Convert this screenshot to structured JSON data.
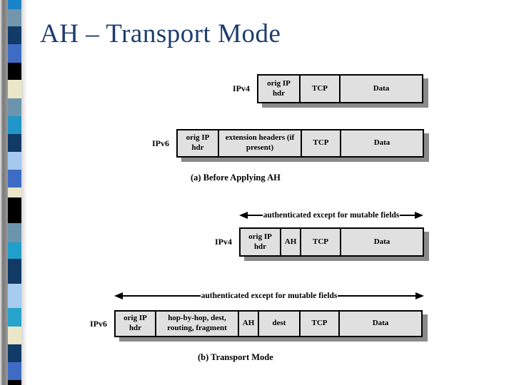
{
  "title": "AH – Transport Mode",
  "diagram_a": {
    "caption": "(a) Before Applying AH",
    "rows": [
      {
        "label": "IPv4",
        "boxes": [
          "orig IP hdr",
          "TCP",
          "Data"
        ]
      },
      {
        "label": "IPv6",
        "boxes": [
          "orig IP hdr",
          "extension headers (if present)",
          "TCP",
          "Data"
        ]
      }
    ]
  },
  "diagram_b": {
    "caption": "(b) Transport Mode",
    "arrows": [
      {
        "label": "authenticated except for mutable fields"
      },
      {
        "label": "authenticated except for mutable fields"
      }
    ],
    "rows": [
      {
        "label": "IPv4",
        "boxes": [
          "orig IP hdr",
          "AH",
          "TCP",
          "Data"
        ]
      },
      {
        "label": "IPv6",
        "boxes": [
          "orig IP hdr",
          "hop-by-hop, dest, routing, fragment",
          "AH",
          "dest",
          "TCP",
          "Data"
        ]
      }
    ]
  },
  "colors": {
    "title": "#1d3d6e",
    "box_fill": "#e0e0e0",
    "box_border": "#000000",
    "box_shadow": "#8a8a8a"
  },
  "strip": {
    "segments": [
      {
        "c": "#1a84c8",
        "h": 13
      },
      {
        "c": "#7396ad",
        "h": 24
      },
      {
        "c": "#123b69",
        "h": 25
      },
      {
        "c": "#3e6cc4",
        "h": 26
      },
      {
        "c": "#000000",
        "h": 24
      },
      {
        "c": "#eae6c8",
        "h": 26
      },
      {
        "c": "#6d94ad",
        "h": 25
      },
      {
        "c": "#2196c8",
        "h": 25
      },
      {
        "c": "#123a66",
        "h": 25
      },
      {
        "c": "#a6c8ee",
        "h": 25
      },
      {
        "c": "#3e6cc4",
        "h": 25
      },
      {
        "c": "#eae6c8",
        "h": 14
      },
      {
        "c": "#000000",
        "h": 36
      },
      {
        "c": "#6d94ad",
        "h": 27
      },
      {
        "c": "#1f9fca",
        "h": 23
      },
      {
        "c": "#123a66",
        "h": 35
      },
      {
        "c": "#a8cbf0",
        "h": 34
      },
      {
        "c": "#28a3cc",
        "h": 26
      },
      {
        "c": "#eae6c8",
        "h": 25
      },
      {
        "c": "#123a66",
        "h": 25
      },
      {
        "c": "#3e6cc4",
        "h": 25
      },
      {
        "c": "#000000",
        "h": 7
      }
    ]
  }
}
